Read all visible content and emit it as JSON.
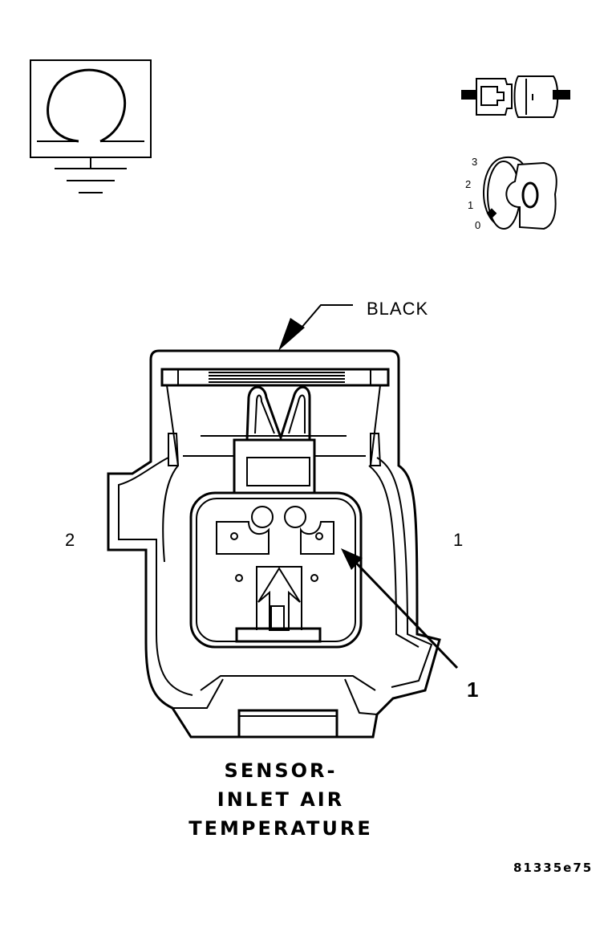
{
  "wire_color_label": "BLACK",
  "pin_labels": {
    "left": "2",
    "right": "1"
  },
  "callout": "1",
  "title_lines": [
    "SENSOR-",
    "INLET AIR",
    "TEMPERATURE"
  ],
  "figure_id": "81335e75",
  "ignition_positions": [
    "3",
    "2",
    "1",
    "0"
  ],
  "ignition_key_symbol": "O",
  "icons": {
    "ohmmeter": "ohmmeter-ground-icon",
    "disconnected": "connector-disconnected-icon",
    "ignition": "ignition-key-off-icon"
  }
}
